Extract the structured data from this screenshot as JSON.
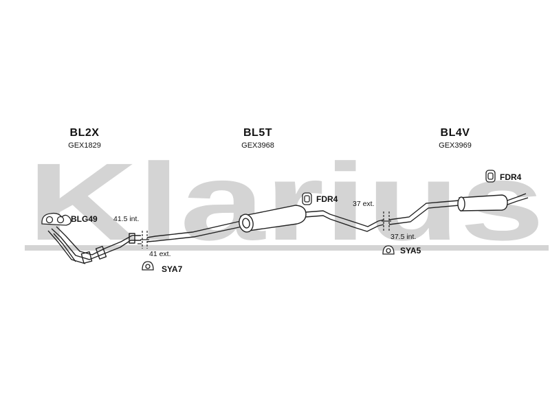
{
  "watermark": {
    "text": "Klarius",
    "color": "#d4d4d4"
  },
  "sections": [
    {
      "code": "BL2X",
      "ref": "GEX1829"
    },
    {
      "code": "BL5T",
      "ref": "GEX3968"
    },
    {
      "code": "BL4V",
      "ref": "GEX3969"
    }
  ],
  "parts": {
    "gasket": "BLG49",
    "hanger_left": "SYA7",
    "rubber_mid": "FDR4",
    "hanger_right": "SYA5",
    "rubber_right": "FDR4"
  },
  "dimensions": {
    "joint1_int": "41.5 int.",
    "joint1_ext": "41 ext.",
    "joint2_ext": "37 ext.",
    "joint2_int": "37.5 int."
  },
  "colors": {
    "line": "#222222",
    "fill": "#ffffff",
    "watermark": "#d4d4d4"
  }
}
